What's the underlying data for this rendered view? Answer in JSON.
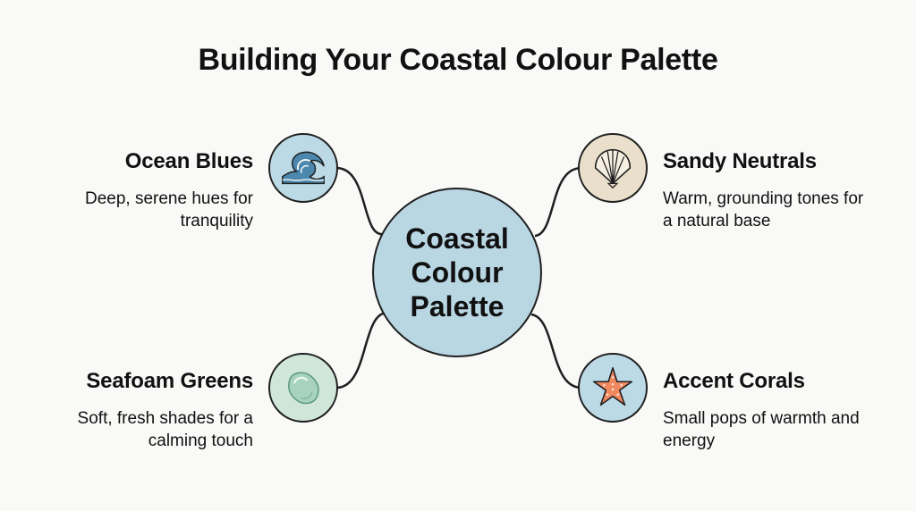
{
  "title": "Building Your Coastal Colour Palette",
  "center": {
    "label": "Coastal Colour Palette"
  },
  "branches": [
    {
      "title": "Ocean Blues",
      "description": "Deep, serene hues for tranquility",
      "icon": "wave-icon",
      "color": "#bcd9e6"
    },
    {
      "title": "Sandy Neutrals",
      "description": "Warm, grounding tones for a natural base",
      "icon": "seashell-icon",
      "color": "#eadfcb"
    },
    {
      "title": "Seafoam Greens",
      "description": "Soft, fresh shades for a calming touch",
      "icon": "sea-glass-icon",
      "color": "#cfe6d8"
    },
    {
      "title": "Accent Corals",
      "description": "Small pops of warmth and energy",
      "icon": "starfish-icon",
      "color": "#bcd9e6"
    }
  ],
  "colors": {
    "center_fill": "#b9d6e3",
    "outline": "#1f1f1f",
    "background": "#f9f9f8"
  }
}
